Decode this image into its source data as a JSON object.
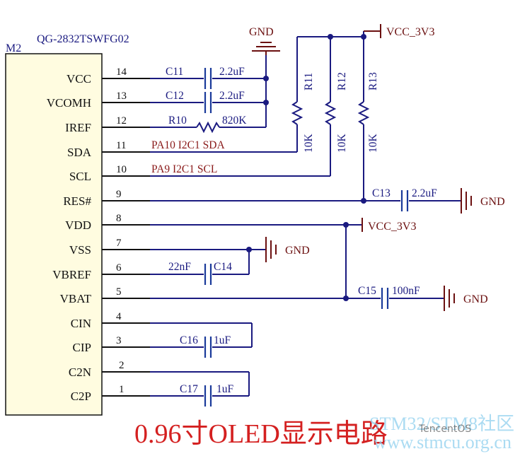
{
  "chip": {
    "designator": "M2",
    "part_number": "QG-2832TSWFG02",
    "pins": [
      {
        "num": "14",
        "name": "VCC"
      },
      {
        "num": "13",
        "name": "VCOMH"
      },
      {
        "num": "12",
        "name": "IREF"
      },
      {
        "num": "11",
        "name": "SDA"
      },
      {
        "num": "10",
        "name": "SCL"
      },
      {
        "num": "9",
        "name": "RES#"
      },
      {
        "num": "8",
        "name": "VDD"
      },
      {
        "num": "7",
        "name": "VSS"
      },
      {
        "num": "6",
        "name": "VBREF"
      },
      {
        "num": "5",
        "name": "VBAT"
      },
      {
        "num": "4",
        "name": "CIN"
      },
      {
        "num": "3",
        "name": "CIP"
      },
      {
        "num": "2",
        "name": "C2N"
      },
      {
        "num": "1",
        "name": "C2P"
      }
    ]
  },
  "components": {
    "C11": {
      "ref": "C11",
      "value": "2.2uF"
    },
    "C12": {
      "ref": "C12",
      "value": "2.2uF"
    },
    "R10": {
      "ref": "R10",
      "value": "820K"
    },
    "R11": {
      "ref": "R11",
      "value": "10K"
    },
    "R12": {
      "ref": "R12",
      "value": "10K"
    },
    "R13": {
      "ref": "R13",
      "value": "10K"
    },
    "C13": {
      "ref": "C13",
      "value": "2.2uF"
    },
    "C14": {
      "ref": "C14",
      "value": "22nF"
    },
    "C15": {
      "ref": "C15",
      "value": "100nF"
    },
    "C16": {
      "ref": "C16",
      "value": "1uF"
    },
    "C17": {
      "ref": "C17",
      "value": "1uF"
    }
  },
  "nets": {
    "sda": "PA10  I2C1  SDA",
    "scl": "PA9  I2C1  SCL",
    "gnd": "GND",
    "vcc": "VCC_3V3"
  },
  "caption": "0.96寸OLED显示电路",
  "watermark": {
    "brand": "STM32/STM8社区",
    "url": "www.stmcu.org.cn",
    "credit": "TencentOS"
  }
}
